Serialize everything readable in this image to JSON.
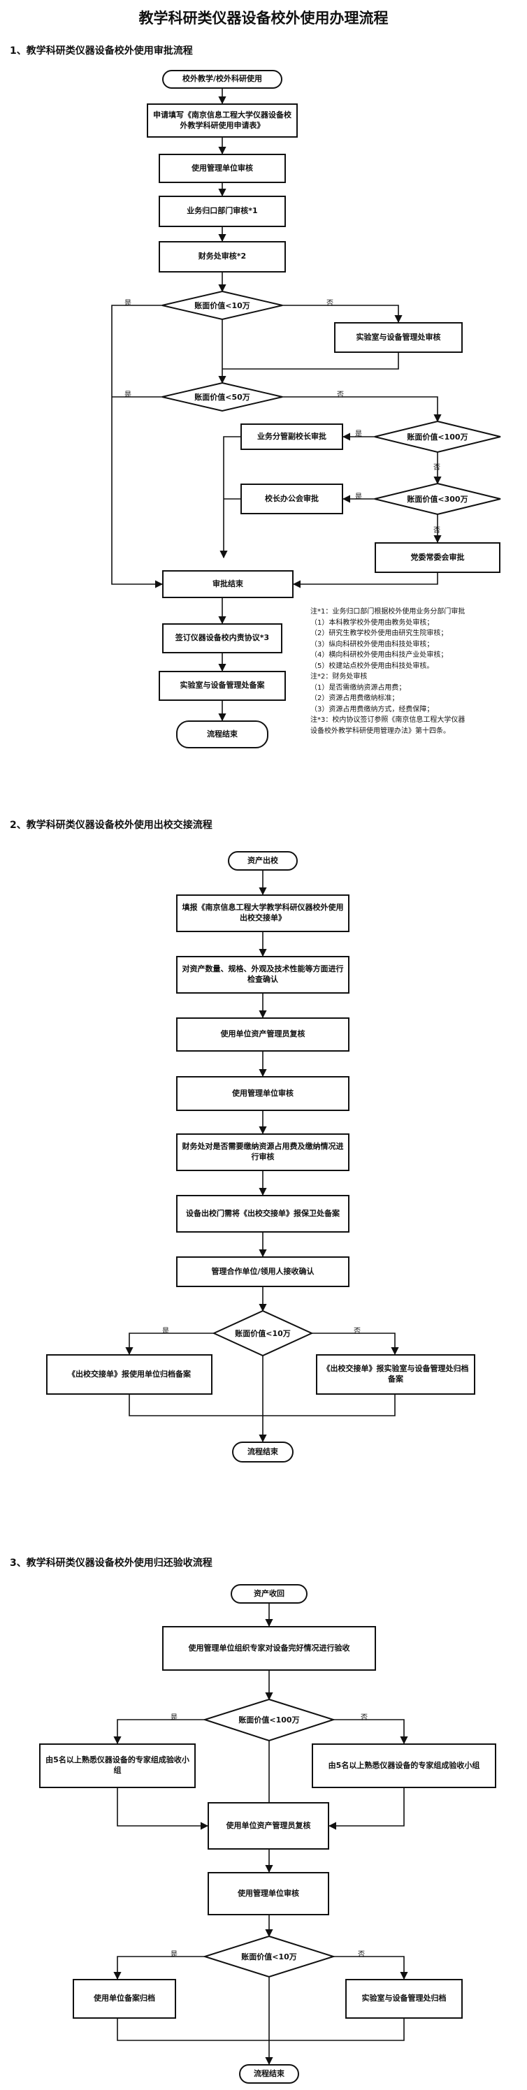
{
  "title": "教学科研类仪器设备校外使用办理流程",
  "sections": {
    "s1": "1、教学科研类仪器设备校外使用审批流程",
    "s2": "2、教学科研类仪器设备校外使用出校交接流程",
    "s3": "3、教学科研类仪器设备校外使用归还验收流程"
  },
  "flow1": {
    "start": "校外教学/校外科研使用",
    "apply": "申请填写《南京信息工程大学仪器设备校外教学科研使用申请表》",
    "unit_review": "使用管理单位审核",
    "dept_review": "业务归口部门审核*1",
    "finance_review": "财务处审核*2",
    "d1": "账面价值<10万",
    "lab_review": "实验室与设备管理处审核",
    "d2": "账面价值<50万",
    "vp_approve": "业务分管副校长审批",
    "d3": "账面价值<100万",
    "president_office": "校长办公会审批",
    "d4": "账面价值<300万",
    "party_committee": "党委常委会审批",
    "approve_end": "审批结束",
    "sign": "签订仪器设备校内责协议*3",
    "lab_record": "实验室与设备管理处备案",
    "end": "流程结束",
    "yes": "是",
    "no": "否"
  },
  "notes": [
    "注*1：业务归口部门根据校外使用业务分部门审批",
    "（1）本科教学校外使用由教务处审核；",
    "（2）研究生教学校外使用由研究生院审核；",
    "（3）纵向科研校外使用由科技处审核；",
    "（4）横向科研校外使用由科技产业处审核；",
    "（5）校建站点校外使用由科技处审核。",
    "注*2：财务处审核",
    "（1）是否需缴纳资源占用费；",
    "（2）资源占用费缴纳标准；",
    "（3）资源占用费缴纳方式，经费保障；",
    "注*3：校内协议签订参照《南京信息工程大学仪器",
    "设备校外教学科研使用管理办法》第十四条。"
  ],
  "flow2": {
    "start": "资产出校",
    "fill": "填报《南京信息工程大学教学科研仪器校外使用出校交接单》",
    "check": "对资产数量、规格、外观及技术性能等方面进行检查确认",
    "asset_admin": "使用单位资产管理员复核",
    "unit_review": "使用管理单位审核",
    "finance": "财务处对是否需要缴纳资源占用费及缴纳情况进行审核",
    "guard": "设备出校门需将《出校交接单》报保卫处备案",
    "partner": "管理合作单位/领用人接收确认",
    "d1": "账面价值<10万",
    "left": "《出校交接单》报使用单位归档备案",
    "right": "《出校交接单》报实验室与设备管理处归档备案",
    "end": "流程结束",
    "yes": "是",
    "no": "否"
  },
  "flow3": {
    "start": "资产收回",
    "inspect": "使用管理单位组织专家对设备完好情况进行验收",
    "d1": "账面价值<100万",
    "left_group": "由5名以上熟悉仪器设备的专家组成验收小组",
    "right_group": "由5名以上熟悉仪器设备的专家组成验收小组",
    "asset_admin": "使用单位资产管理员复核",
    "unit_review": "使用管理单位审核",
    "d2": "账面价值<10万",
    "left_archive": "使用单位备案归档",
    "right_archive": "实验室与设备管理处归档",
    "end": "流程结束",
    "yes": "是",
    "no": "否"
  }
}
